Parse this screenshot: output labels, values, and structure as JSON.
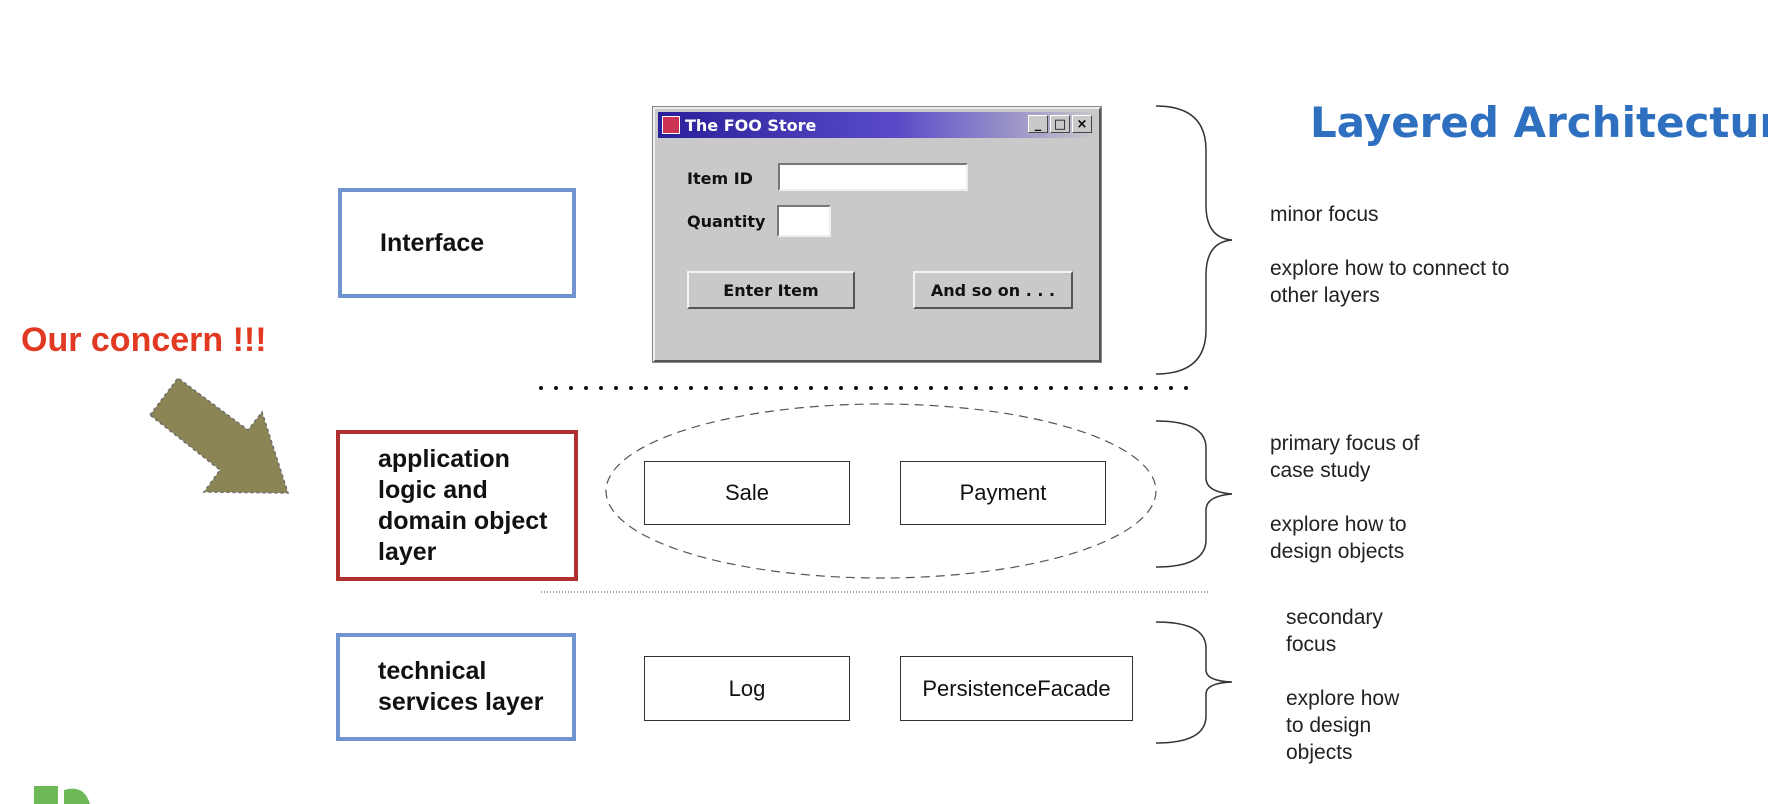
{
  "title": "Layered Architecture",
  "concern_label": "Our concern !!!",
  "layers": [
    {
      "label": "Interface"
    },
    {
      "label": "application logic and domain object layer"
    },
    {
      "label": "technical services layer"
    }
  ],
  "window": {
    "title": "The FOO Store",
    "controls": [
      "_",
      "□",
      "×"
    ],
    "item_id_label": "Item ID",
    "quantity_label": "Quantity",
    "item_id_value": "",
    "quantity_value": "",
    "enter_button": "Enter Item",
    "more_button": "And so on . . ."
  },
  "domain_objects": [
    "Sale",
    "Payment"
  ],
  "service_objects": [
    "Log",
    "PersistenceFacade"
  ],
  "notes": {
    "interface": [
      "minor focus",
      "explore how to connect to other layers"
    ],
    "domain": [
      "primary focus of case study",
      "explore how to design objects"
    ],
    "services": [
      "secondary focus",
      "explore how to design objects"
    ]
  },
  "colors": {
    "title": "#2e6fc0",
    "layer_border": "#6f94d0",
    "focus_border": "#b03030",
    "concern_text": "#e23a22",
    "arrow_fill": "#8b8556",
    "logo": "#6fb85a"
  }
}
